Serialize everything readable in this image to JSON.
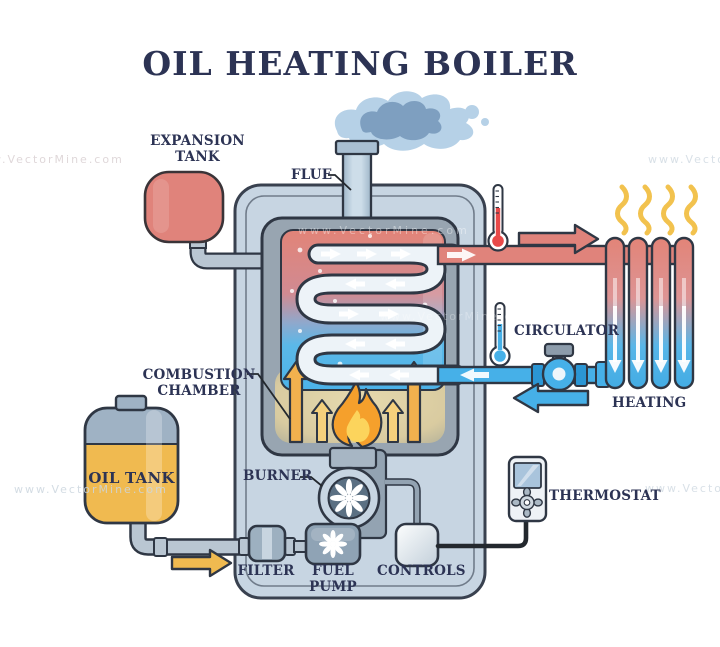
{
  "title": "OIL HEATING BOILER",
  "watermark": "www.VectorMine.com",
  "labels": {
    "expansion_tank": "EXPANSION TANK",
    "flue": "FLUE",
    "combustion_chamber": "COMBUSTION CHAMBER",
    "oil_tank": "OIL TANK",
    "burner": "BURNER",
    "filter": "FILTER",
    "fuel_pump": "FUEL PUMP",
    "controls": "CONTROLS",
    "circulator": "CIRCULATOR",
    "heating": "HEATING",
    "thermostat": "THERMOSTAT"
  },
  "colors": {
    "label_navy": "#2c3354",
    "hot_salmon": "#e0837b",
    "cold_blue": "#46b0e8",
    "oil_amber": "#f0ba50",
    "steel_gray": "#b9c6d2",
    "shell_blue": "#c7d5e2",
    "flame_orange": "#f5a02c",
    "flame_yellow": "#fcd45c",
    "heat_wave": "#f2c24e",
    "outline": "#2f3744"
  }
}
